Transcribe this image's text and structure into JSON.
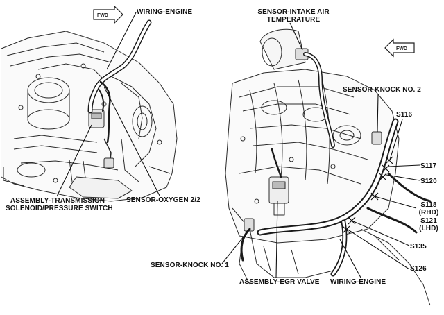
{
  "left_view": {
    "forward_indicator": "FWD",
    "labels": {
      "wiring_engine": "WIRING-ENGINE",
      "transmission_switch_line1": "ASSEMBLY-TRANSMISSION",
      "transmission_switch_line2": "SOLENOID/PRESSURE SWITCH",
      "oxygen_sensor": "SENSOR-OXYGEN 2/2"
    }
  },
  "right_view": {
    "forward_indicator": "FWD",
    "labels": {
      "intake_air_temp_line1": "SENSOR-INTAKE AIR",
      "intake_air_temp_line2": "TEMPERATURE",
      "knock_sensor_2": "SENSOR-KNOCK NO. 2",
      "s116": "S116",
      "s117": "S117",
      "s120": "S120",
      "s118_line1": "S118",
      "s118_line2": "(RHD)",
      "s121_line1": "S121",
      "s121_line2": "(LHD)",
      "s135": "S135",
      "s126": "S126",
      "knock_sensor_1": "SENSOR-KNOCK NO. 1",
      "egr_valve": "ASSEMBLY-EGR VALVE",
      "wiring_engine": "WIRING-ENGINE"
    }
  }
}
